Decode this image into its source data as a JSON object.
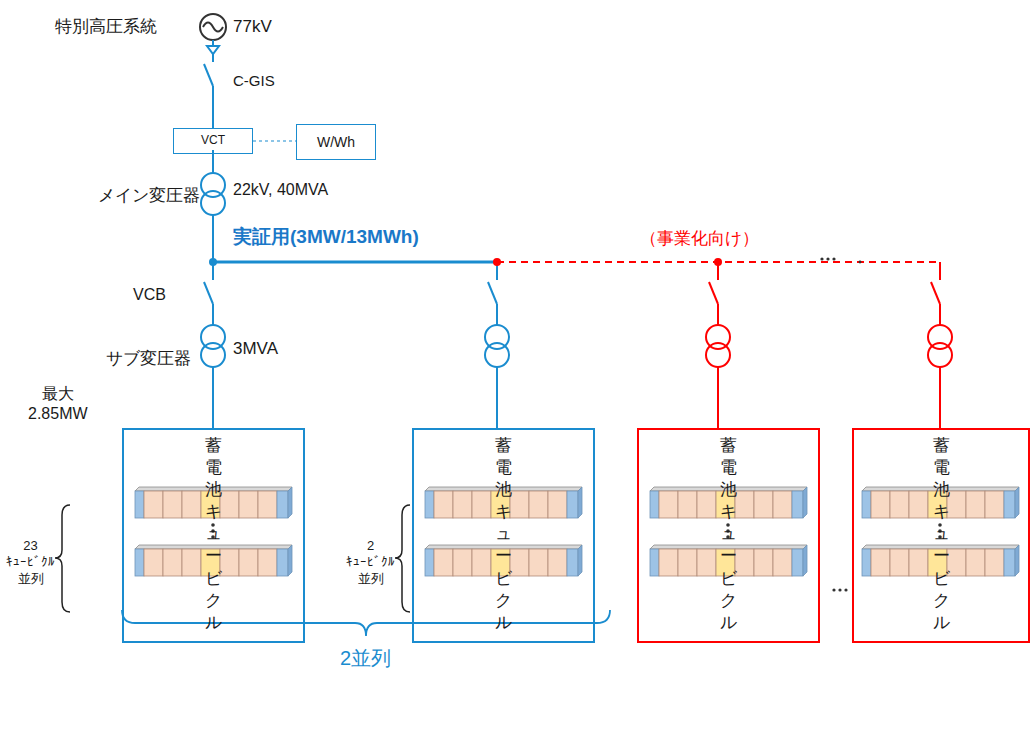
{
  "diagram": {
    "nodes": [
      {
        "text": [
          "VCT"
        ]
      },
      {
        "text": [
          "W/Wh"
        ]
      },
      {
        "text": [
          "蓄電池 キュービクル"
        ]
      },
      {
        "text": [
          "蓄電池 キュービクル"
        ]
      },
      {
        "text": [
          "蓄電池 キュービクル"
        ]
      },
      {
        "text": [
          "蓄電池 キュービクル"
        ]
      }
    ],
    "edges": [
      {
        "from": 0,
        "to": 1,
        "arrow": "none"
      }
    ],
    "labels": [
      "特別高圧系統",
      "77kV",
      "C-GIS",
      "メイン変圧器",
      "22kV, 40MVA",
      "実証用(3MW/13MWh)",
      "（事業化向け）",
      "VCB",
      "サブ変圧器",
      "3MVA",
      "最大 2.85MW",
      "23 ｷｭｰﾋﾞｸﾙ 並列",
      "2 ｷｭｰﾋﾞｸﾙ 並列",
      "2並列"
    ]
  }
}
